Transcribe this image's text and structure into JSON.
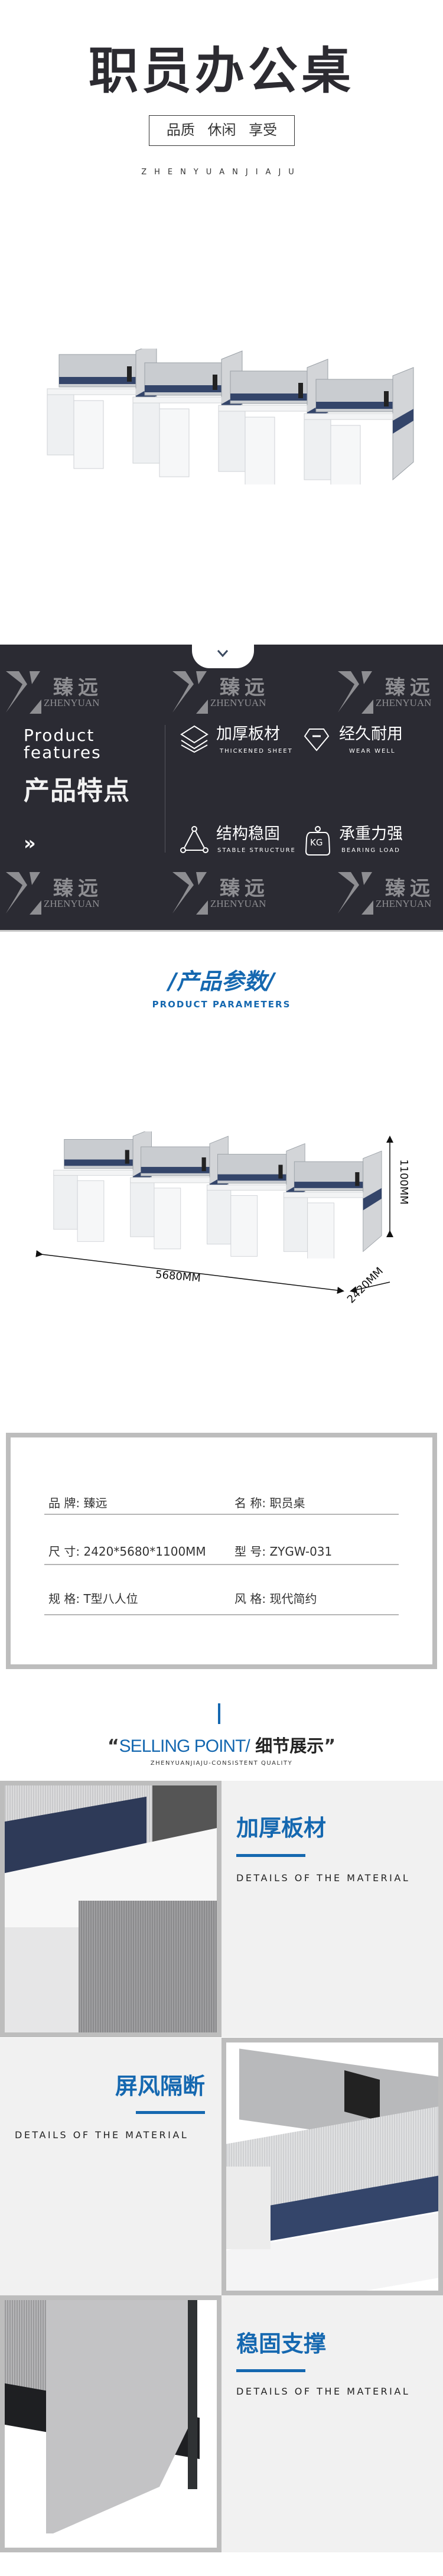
{
  "header": {
    "title": "职员办公桌",
    "tagline": "品质 休闲 享受",
    "brand_en": "ZHENYUANJIAJU"
  },
  "watermark": {
    "cn": "臻远",
    "en": "ZHENYUAN"
  },
  "features": {
    "title_en_line1": "Product",
    "title_en_line2": "features",
    "title_cn": "产品特点",
    "arrow": "»",
    "items": [
      {
        "title": "加厚板材",
        "subtitle": "THICKENED SHEET",
        "icon": "layers-icon"
      },
      {
        "title": "经久耐用",
        "subtitle": "WEAR WELL",
        "icon": "diamond-icon"
      },
      {
        "title": "结构稳固",
        "subtitle": "STABLE STRUCTURE",
        "icon": "triangle-structure-icon"
      },
      {
        "title": "承重力强",
        "subtitle": "BEARING LOAD",
        "icon": "kg-weight-icon",
        "icon_text": "KG"
      }
    ]
  },
  "parameters": {
    "title": "/产品参数/",
    "subtitle": "PRODUCT PARAMETERS",
    "dimensions": {
      "width": "5680MM",
      "depth": "2420MM",
      "height": "1100MM"
    },
    "specs": [
      {
        "label": "品 牌:",
        "value": "臻远"
      },
      {
        "label": "名 称:",
        "value": "职员桌"
      },
      {
        "label": "尺 寸:",
        "value": "2420*5680*1100MM"
      },
      {
        "label": "型 号:",
        "value": "ZYGW-031"
      },
      {
        "label": "规 格:",
        "value": "T型八人位"
      },
      {
        "label": "风 格:",
        "value": "现代简约"
      }
    ]
  },
  "selling_point": {
    "open_quote": "“",
    "title_en": "SELLING POINT/",
    "title_cn": "细节展示",
    "close_quote": "”",
    "subtitle": "ZHENYUANJIAJU-CONSISTENT QUALITY"
  },
  "details": [
    {
      "title": "加厚板材",
      "subtitle": "DETAILS OF THE MATERIAL"
    },
    {
      "title": "屏风隔断",
      "subtitle": "DETAILS OF THE MATERIAL"
    },
    {
      "title": "稳固支撑",
      "subtitle": "DETAILS OF THE MATERIAL"
    }
  ],
  "colors": {
    "accent": "#1568b0",
    "dark_bg": "#2b2b33",
    "navy_panel": "#34456a",
    "panel_bg": "#f1f1f1"
  }
}
